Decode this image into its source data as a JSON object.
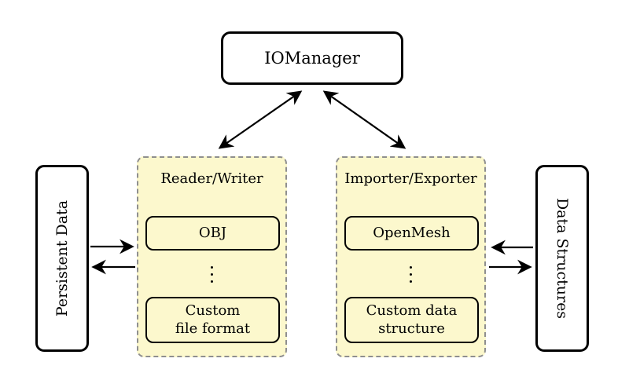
{
  "colors": {
    "panel_fill": "#FCF8CD",
    "panel_border": "#8F8F8F",
    "ink": "#000000",
    "background": "#FFFFFF"
  },
  "iomanager": {
    "label": "IOManager"
  },
  "left_side": {
    "label": "Persistent Data"
  },
  "right_side": {
    "label": "Data Structures"
  },
  "reader_writer_panel": {
    "title": "Reader/Writer",
    "top_box": "OBJ",
    "dots_icon": "vertical-ellipsis",
    "bottom_box_line1": "Custom",
    "bottom_box_line2": "file format"
  },
  "importer_exporter_panel": {
    "title": "Importer/Exporter",
    "top_box": "OpenMesh",
    "dots_icon": "vertical-ellipsis",
    "bottom_box_line1": "Custom data",
    "bottom_box_line2": "structure"
  }
}
